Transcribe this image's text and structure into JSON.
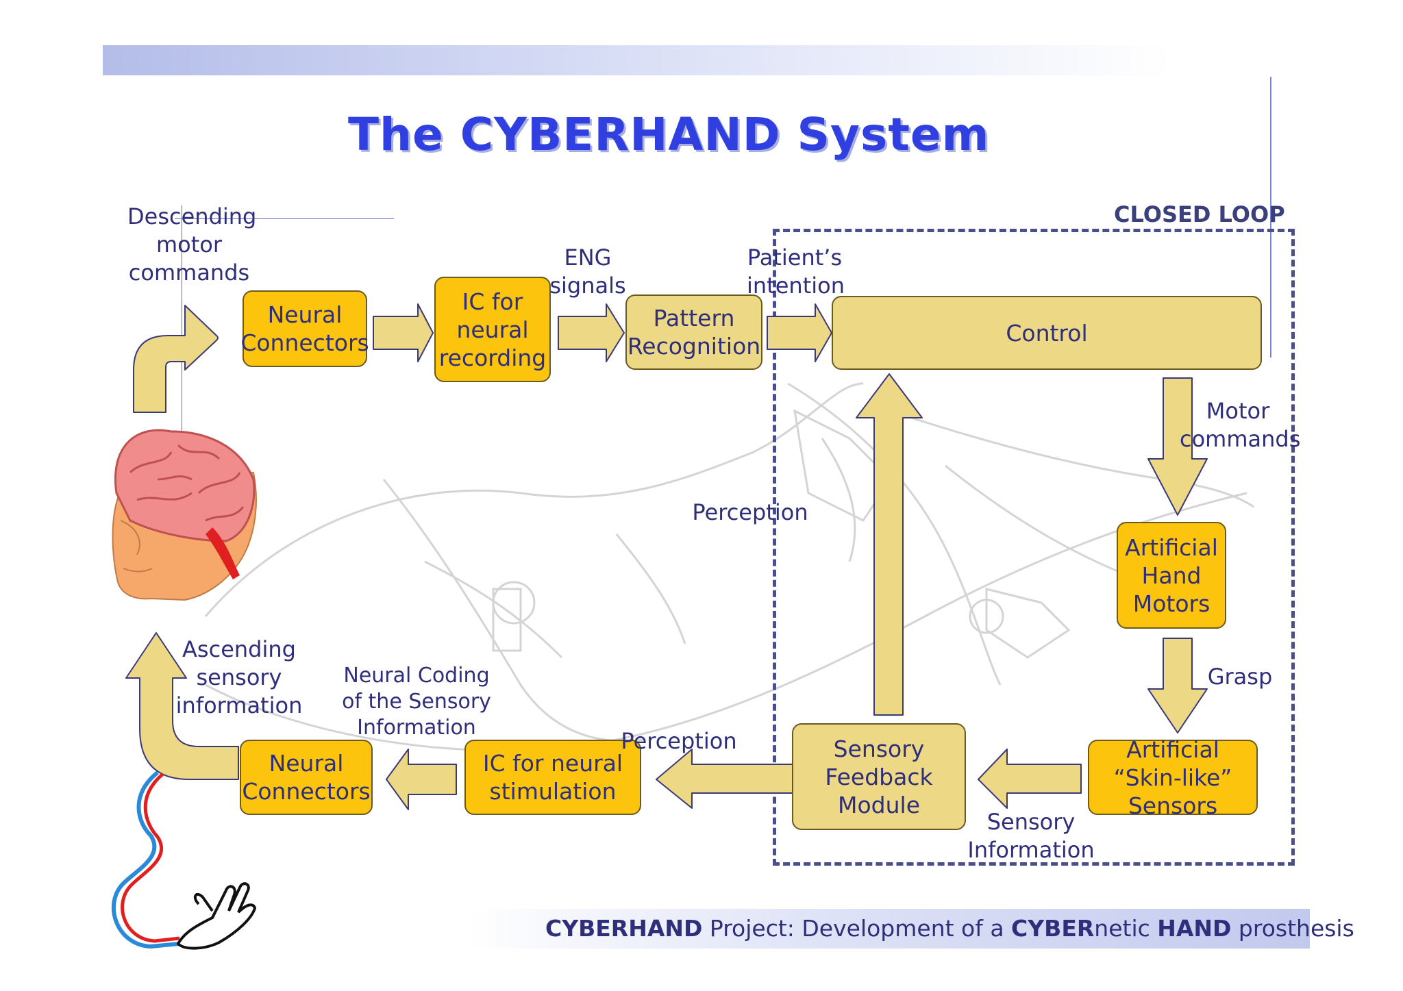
{
  "title": "The CYBERHAND System",
  "closed_loop": "CLOSED LOOP",
  "colors": {
    "title": "#2f3fe0",
    "box_gold": "#fcc40c",
    "box_tan": "#ecd885",
    "arrow_fill": "#ecd885",
    "text": "#2e2e7a"
  },
  "boxes": {
    "neural_connectors_top": "Neural Connectors",
    "ic_recording": "IC for neural recording",
    "pattern_recognition": "Pattern Recognition",
    "control": "Control",
    "artificial_hand_motors": "Artificial Hand Motors",
    "skin_sensors": "Artificial “Skin-like” Sensors",
    "sensory_feedback": "Sensory Feedback Module",
    "ic_stimulation": "IC for neural stimulation",
    "neural_connectors_bottom": "Neural Connectors"
  },
  "labels": {
    "descending_1": "Descending",
    "descending_2": "motor",
    "descending_3": "commands",
    "eng_1": "ENG",
    "eng_2": "signals",
    "patient_1": "Patient’s",
    "patient_2": "intention",
    "motor_1": "Motor",
    "motor_2": "commands",
    "grasp": "Grasp",
    "sensory_info_1": "Sensory",
    "sensory_info_2": "Information",
    "perception_mid": "Perception",
    "perception_low": "Perception",
    "coding_1": "Neural Coding",
    "coding_2": "of the Sensory",
    "coding_3": "Information",
    "ascending_1": "Ascending",
    "ascending_2": "sensory",
    "ascending_3": "information"
  },
  "footer": {
    "part1": "CYBERHAND",
    "part2": " Project: Development of a ",
    "part3": "CYBER",
    "part4": "netic ",
    "part5": "HAND",
    "part6": " prosthesis"
  },
  "icons": [
    "brain-head-icon",
    "hand-glove-icon",
    "nerve-cable-icon",
    "prosthetic-hand-sketch-icon"
  ]
}
